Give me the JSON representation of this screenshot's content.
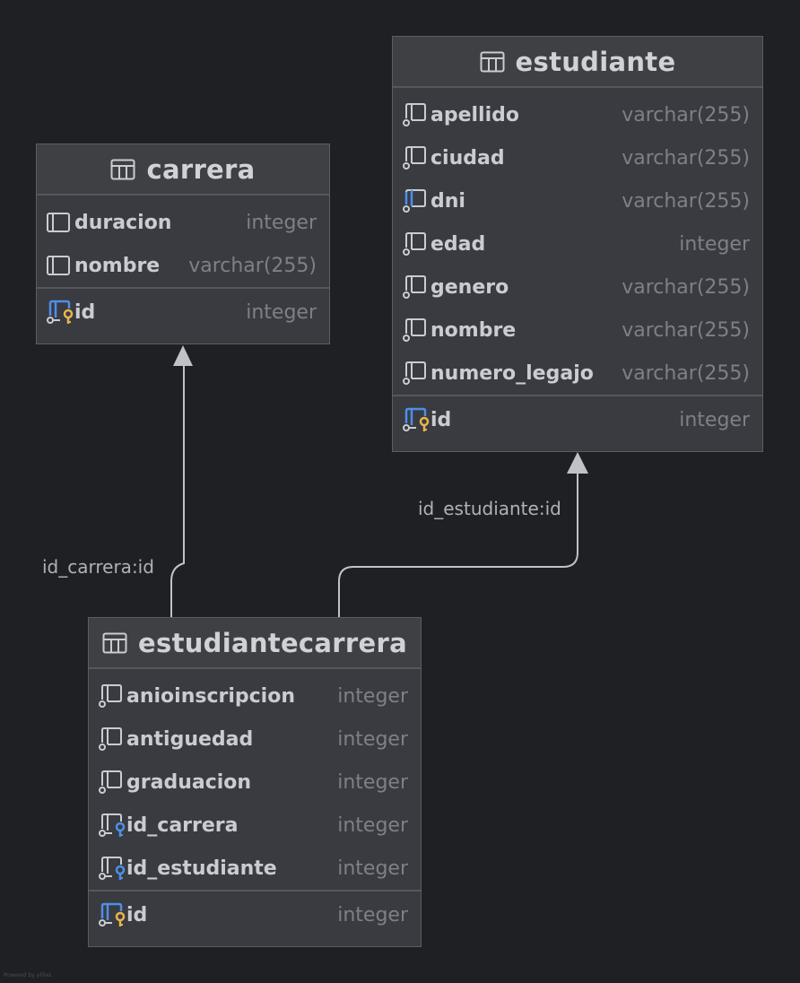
{
  "colors": {
    "background": "#1f2023",
    "table_body": "#393b40",
    "table_header": "#3f4043",
    "border": "#5a5d63",
    "connector": "#c0c2c6",
    "pk_key": "#e8b54a",
    "fk_key": "#4f8ee8",
    "type_text": "#7d8086"
  },
  "tables": {
    "carrera": {
      "title": "carrera",
      "columns": [
        {
          "name": "duracion",
          "type": "integer",
          "icon": "column-icon"
        },
        {
          "name": "nombre",
          "type": "varchar(255)",
          "icon": "column-icon"
        }
      ],
      "pk": {
        "name": "id",
        "type": "integer",
        "icon": "primary-key-icon"
      }
    },
    "estudiante": {
      "title": "estudiante",
      "columns": [
        {
          "name": "apellido",
          "type": "varchar(255)",
          "icon": "not-null-column-icon"
        },
        {
          "name": "ciudad",
          "type": "varchar(255)",
          "icon": "not-null-column-icon"
        },
        {
          "name": "dni",
          "type": "varchar(255)",
          "icon": "unique-column-icon"
        },
        {
          "name": "edad",
          "type": "integer",
          "icon": "not-null-column-icon"
        },
        {
          "name": "genero",
          "type": "varchar(255)",
          "icon": "not-null-column-icon"
        },
        {
          "name": "nombre",
          "type": "varchar(255)",
          "icon": "not-null-column-icon"
        },
        {
          "name": "numero_legajo",
          "type": "varchar(255)",
          "icon": "not-null-column-icon"
        }
      ],
      "pk": {
        "name": "id",
        "type": "integer",
        "icon": "primary-key-icon"
      }
    },
    "estudiantecarrera": {
      "title": "estudiantecarrera",
      "columns": [
        {
          "name": "anioinscripcion",
          "type": "integer",
          "icon": "not-null-column-icon"
        },
        {
          "name": "antiguedad",
          "type": "integer",
          "icon": "not-null-column-icon"
        },
        {
          "name": "graduacion",
          "type": "integer",
          "icon": "not-null-column-icon"
        },
        {
          "name": "id_carrera",
          "type": "integer",
          "icon": "foreign-key-icon"
        },
        {
          "name": "id_estudiante",
          "type": "integer",
          "icon": "foreign-key-icon"
        }
      ],
      "pk": {
        "name": "id",
        "type": "integer",
        "icon": "primary-key-icon"
      }
    }
  },
  "relations": [
    {
      "label": "id_carrera:id",
      "from": "estudiantecarrera",
      "to": "carrera"
    },
    {
      "label": "id_estudiante:id",
      "from": "estudiantecarrera",
      "to": "estudiante"
    }
  ]
}
